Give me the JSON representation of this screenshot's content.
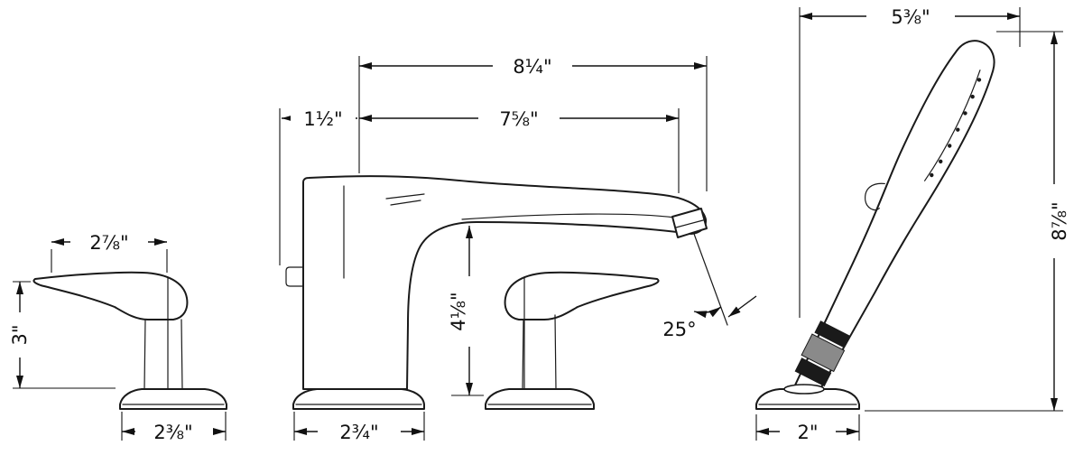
{
  "meta": {
    "background_color": "#ffffff",
    "line_color": "#1a1a1a",
    "drawing_type": "technical dimension drawing of 4-hole roman tub faucet with handshower"
  },
  "dims": {
    "shower_head_width": "5⅜\"",
    "spout_overall_reach": "8¼\"",
    "spout_offset": "1½\"",
    "spout_reach": "7⅝\"",
    "handle_length": "2⅞\"",
    "handle_height": "3\"",
    "spout_height": "4⅛\"",
    "spray_angle": "25°",
    "handshower_height": "8⅞\"",
    "handle_base_width": "2⅜\"",
    "spout_base_width": "2¾\"",
    "shower_base_width": "2\""
  }
}
